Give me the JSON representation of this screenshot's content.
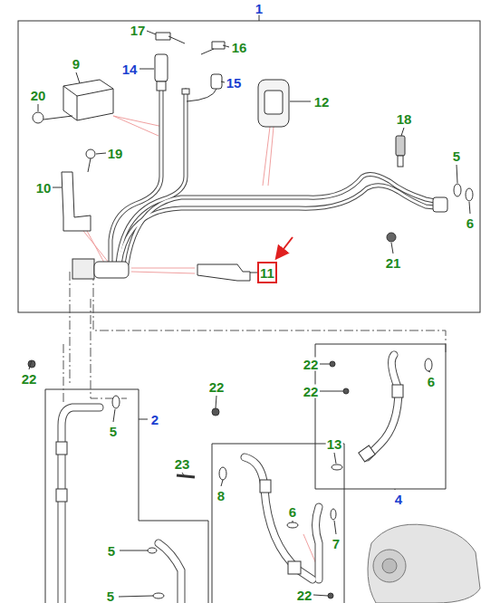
{
  "diagram": {
    "labels": [
      "1",
      "17",
      "16",
      "14",
      "15",
      "9",
      "20",
      "12",
      "19",
      "18",
      "10",
      "5",
      "6",
      "21",
      "11",
      "22",
      "22",
      "6",
      "22",
      "2",
      "5",
      "22",
      "13",
      "23",
      "8",
      "4",
      "6",
      "7",
      "5",
      "5",
      "22"
    ]
  }
}
